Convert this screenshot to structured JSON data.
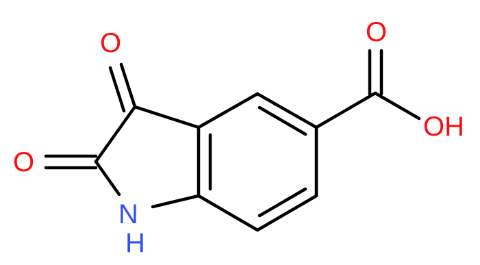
{
  "molecule": {
    "atoms": [
      {
        "id": "o_ketone",
        "label": "O",
        "color": "#ff0d0d"
      },
      {
        "id": "o_amide",
        "label": "O",
        "color": "#ff0d0d"
      },
      {
        "id": "n_h",
        "label": "N",
        "color": "#3050f8"
      },
      {
        "id": "h_on_n",
        "label": "H",
        "color": "#3050f8"
      },
      {
        "id": "o_carbonyl_acid",
        "label": "O",
        "color": "#ff0d0d"
      },
      {
        "id": "oh_acid",
        "label": "OH",
        "color": "#ff0d0d"
      }
    ]
  },
  "colors": {
    "bond": "#000000",
    "oxygen": "#ff0d0d",
    "nitrogen": "#3050f8",
    "background": "#ffffff"
  }
}
